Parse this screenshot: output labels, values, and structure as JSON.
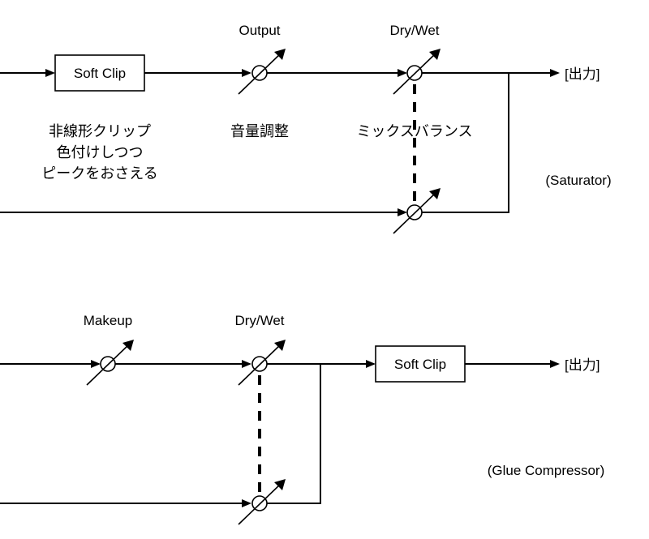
{
  "saturator": {
    "block_label": "Soft Clip",
    "output_label": "Output",
    "drywet_label": "Dry/Wet",
    "out_label": "[出力]",
    "note_line1": "非線形クリップ",
    "note_line2": "色付けしつつ",
    "note_line3": "ピークをおさえる",
    "output_note": "音量調整",
    "mix_note": "ミックスバランス",
    "caption": "(Saturator)"
  },
  "glue": {
    "makeup_label": "Makeup",
    "drywet_label": "Dry/Wet",
    "block_label": "Soft Clip",
    "out_label": "[出力]",
    "caption": "(Glue Compressor)"
  },
  "colors": {
    "line": "#000000",
    "background": "#ffffff"
  }
}
